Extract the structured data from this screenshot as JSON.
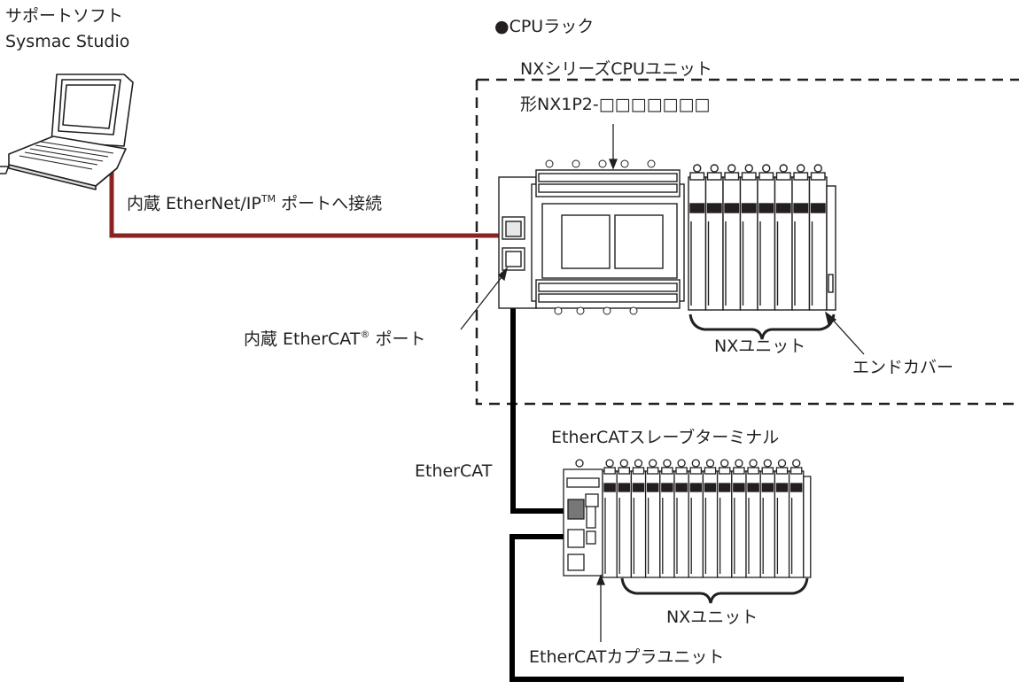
{
  "labels": {
    "support_software_line1": "サポートソフト",
    "support_software_line2": "Sysmac Studio",
    "cpu_rack": "●CPUラック",
    "cpu_unit_line1": "NXシリーズCPUユニット",
    "cpu_unit_line2": "形NX1P2-□□□□□□□",
    "ethernet_port_prefix": "内蔵 EtherNet/IP",
    "ethernet_port_tm": "TM",
    "ethernet_port_suffix": " ポートへ接続",
    "ethercat_port_prefix": "内蔵 EtherCAT",
    "ethercat_port_reg": "®",
    "ethercat_port_suffix": " ポート",
    "nx_units_top": "NXユニット",
    "end_cover": "エンドカバー",
    "slave_terminal": "EtherCATスレーブターミナル",
    "ethercat_cable": "EtherCAT",
    "nx_units_bottom": "NXユニット",
    "coupler_unit": "EtherCATカプラユニット"
  },
  "colors": {
    "ethernet_cable": "#8b2323",
    "ethercat_cable": "#000000",
    "line": "#231f20",
    "dashed_frame": "#231f20"
  },
  "icons": {
    "pc": "laptop-icon",
    "cpu": "plc-cpu-unit-icon",
    "coupler": "ethercat-coupler-icon"
  }
}
